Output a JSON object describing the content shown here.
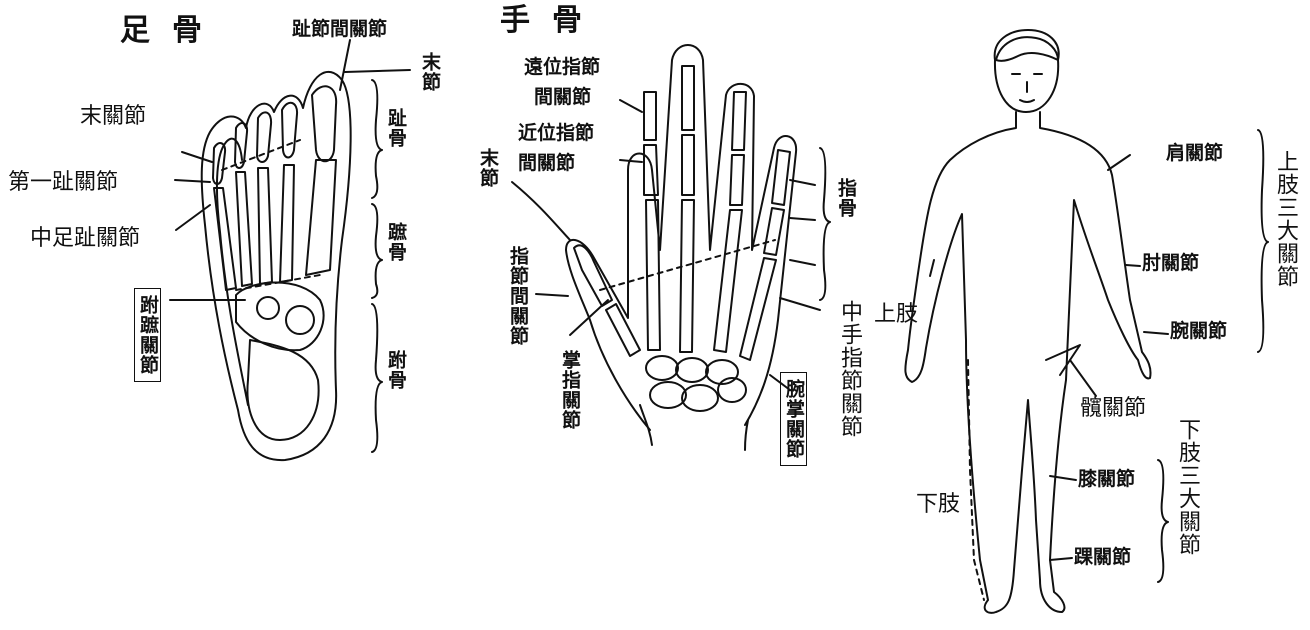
{
  "foot": {
    "title": "足骨",
    "interphalangeal": "趾節間關節",
    "distal_end": "末節",
    "phalanges": "趾骨",
    "metatarsals": "蹠骨",
    "tarsals": "跗骨",
    "distal_joint": "末關節",
    "first_toe_joint": "第一趾關節",
    "metatarsophalangeal": "中足趾關節",
    "tarsometatarsal": "跗蹠關節"
  },
  "hand": {
    "title": "手骨",
    "dip_line1": "遠位指節",
    "dip_line2": "間關節",
    "pip_line1": "近位指節",
    "pip_line2": "間關節",
    "distal_end": "末節",
    "phalanges": "指骨",
    "interphalangeal": "指節間關節",
    "metacarpophalangeal": "掌指關節",
    "carpometacarpal": "腕掌關節",
    "midhand_joint": "中手指節關節"
  },
  "body": {
    "shoulder": "肩關節",
    "elbow": "肘關節",
    "wrist": "腕關節",
    "upper_limb": "上肢",
    "upper_limb_three": "上肢三大關節",
    "hip": "髖關節",
    "knee": "膝關節",
    "ankle": "踝關節",
    "lower_limb": "下肢",
    "lower_limb_three": "下肢三大關節"
  }
}
